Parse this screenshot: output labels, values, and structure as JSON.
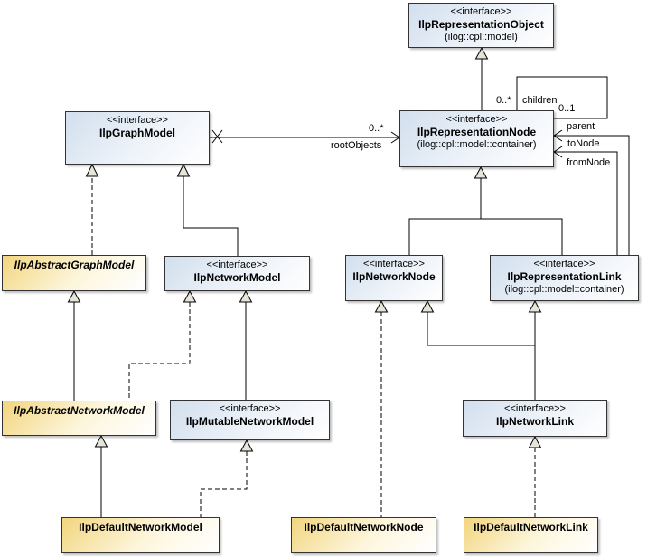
{
  "diagram": {
    "kind": "uml-class-diagram",
    "background": "#ffffff"
  },
  "classes": [
    {
      "stereotype": "<<interface>>",
      "name": "IlpRepresentationObject",
      "package": "(ilog::cpl::model)"
    },
    {
      "stereotype": "<<interface>>",
      "name": "IlpGraphModel"
    },
    {
      "stereotype": "<<interface>>",
      "name": "IlpRepresentationNode",
      "package": "(ilog::cpl::model::container)"
    },
    {
      "name": "IlpAbstractGraphModel"
    },
    {
      "stereotype": "<<interface>>",
      "name": "IlpNetworkModel"
    },
    {
      "stereotype": "<<interface>>",
      "name": "IlpNetworkNode"
    },
    {
      "stereotype": "<<interface>>",
      "name": "IlpRepresentationLink",
      "package": "(ilog::cpl::model::container)"
    },
    {
      "name": "IlpAbstractNetworkModel"
    },
    {
      "stereotype": "<<interface>>",
      "name": "IlpMutableNetworkModel"
    },
    {
      "stereotype": "<<interface>>",
      "name": "IlpNetworkLink"
    },
    {
      "name": "IlpDefaultNetworkModel"
    },
    {
      "name": "IlpDefaultNetworkNode"
    },
    {
      "name": "IlpDefaultNetworkLink"
    }
  ],
  "labels": {
    "rootObjects": {
      "multiplicity": "0..*",
      "role": "rootObjects"
    },
    "children": {
      "multiplicity": "0..*",
      "role": "children"
    },
    "parent": {
      "multiplicity": "0..1",
      "role": "parent"
    },
    "toNode": {
      "role": "toNode"
    },
    "fromNode": {
      "role": "fromNode"
    }
  },
  "relationships": [
    {
      "from": "IlpRepresentationNode",
      "to": "IlpRepresentationObject",
      "type": "generalization"
    },
    {
      "from": "IlpNetworkModel",
      "to": "IlpGraphModel",
      "type": "generalization"
    },
    {
      "from": "IlpAbstractGraphModel",
      "to": "IlpGraphModel",
      "type": "realization"
    },
    {
      "from": "IlpNetworkNode",
      "to": "IlpRepresentationNode",
      "type": "generalization"
    },
    {
      "from": "IlpRepresentationLink",
      "to": "IlpRepresentationNode",
      "type": "generalization"
    },
    {
      "from": "IlpAbstractNetworkModel",
      "to": "IlpAbstractGraphModel",
      "type": "generalization"
    },
    {
      "from": "IlpAbstractNetworkModel",
      "to": "IlpNetworkModel",
      "type": "realization"
    },
    {
      "from": "IlpMutableNetworkModel",
      "to": "IlpNetworkModel",
      "type": "generalization"
    },
    {
      "from": "IlpNetworkLink",
      "to": "IlpNetworkNode",
      "type": "generalization"
    },
    {
      "from": "IlpNetworkLink",
      "to": "IlpRepresentationLink",
      "type": "generalization"
    },
    {
      "from": "IlpDefaultNetworkModel",
      "to": "IlpAbstractNetworkModel",
      "type": "generalization"
    },
    {
      "from": "IlpDefaultNetworkModel",
      "to": "IlpMutableNetworkModel",
      "type": "realization"
    },
    {
      "from": "IlpDefaultNetworkNode",
      "to": "IlpNetworkNode",
      "type": "realization"
    },
    {
      "from": "IlpDefaultNetworkLink",
      "to": "IlpNetworkLink",
      "type": "realization"
    },
    {
      "from": "IlpGraphModel",
      "to": "IlpRepresentationNode",
      "type": "association",
      "role": "rootObjects",
      "multiplicity": "0..*",
      "source_marker": "x"
    },
    {
      "from": "IlpRepresentationNode",
      "to": "IlpRepresentationNode",
      "type": "association",
      "roles": [
        "children",
        "parent"
      ],
      "multiplicities": [
        "0..*",
        "0..1"
      ]
    },
    {
      "from": "IlpRepresentationLink",
      "to": "IlpRepresentationNode",
      "type": "association",
      "role": "toNode"
    },
    {
      "from": "IlpRepresentationLink",
      "to": "IlpRepresentationNode",
      "type": "association",
      "role": "fromNode"
    }
  ],
  "colors": {
    "interface_fill": "#d2dfee",
    "abstract_fill": "#f2d57e",
    "border": "#333333",
    "line": "#000000",
    "triangle_fill": "#e7e4d9",
    "background": "#ffffff"
  }
}
